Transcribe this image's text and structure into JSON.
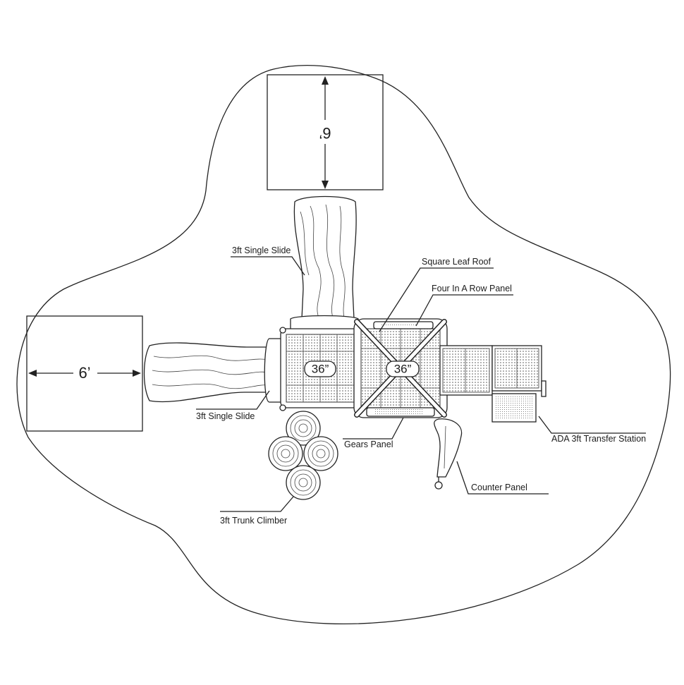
{
  "diagram": {
    "dimensions": {
      "top_zone": "6’",
      "left_zone": "6’"
    },
    "deck_heights": [
      "36”",
      "36”"
    ],
    "labels": {
      "slide_top": "3ft Single Slide",
      "slide_left": "3ft Single Slide",
      "roof": "Square Leaf Roof",
      "four_in_a_row": "Four In A Row Panel",
      "gears": "Gears Panel",
      "transfer": "ADA 3ft Transfer Station",
      "counter": "Counter Panel",
      "trunk_climber": "3ft Trunk Climber"
    }
  }
}
